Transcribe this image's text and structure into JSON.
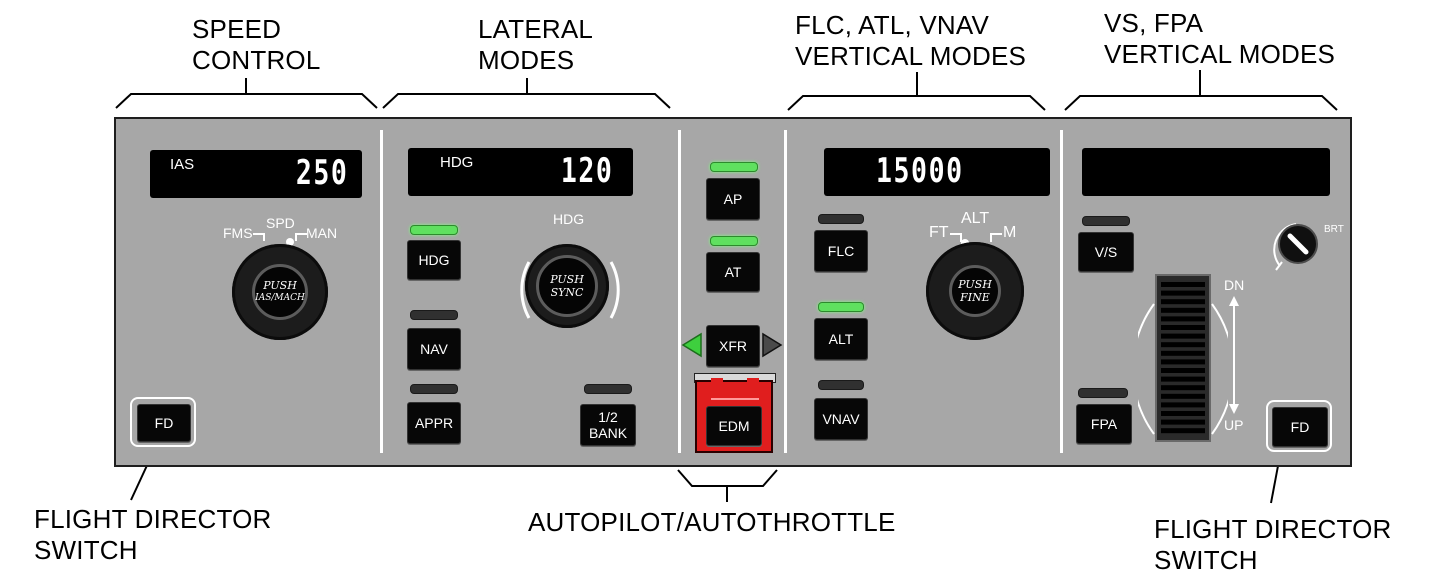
{
  "callouts": {
    "speed_control": [
      "SPEED",
      "CONTROL"
    ],
    "lateral_modes": [
      "LATERAL",
      "MODES"
    ],
    "flc_modes": [
      "FLC, ATL, VNAV",
      "VERTICAL MODES"
    ],
    "vs_modes": [
      "VS, FPA",
      "VERTICAL MODES"
    ],
    "fd_left": [
      "FLIGHT DIRECTOR",
      "SWITCH"
    ],
    "fd_right": [
      "FLIGHT DIRECTOR",
      "SWITCH"
    ],
    "ap_at": "AUTOPILOT/AUTOTHROTTLE"
  },
  "speed": {
    "display_label": "IAS",
    "display_value": "250",
    "selector": {
      "left": "FMS",
      "center": "SPD",
      "right": "MAN"
    },
    "knob_text": [
      "PUSH",
      "IAS/MACH"
    ],
    "fd_label": "FD"
  },
  "lateral": {
    "display_label": "HDG",
    "display_value": "120",
    "knob_label": "HDG",
    "knob_text": [
      "PUSH",
      "SYNC"
    ],
    "buttons": [
      {
        "label": "HDG",
        "indicator_on": true
      },
      {
        "label": "NAV",
        "indicator_on": false
      },
      {
        "label": "APPR",
        "indicator_on": false
      }
    ],
    "bank_label": [
      "1/2",
      "BANK"
    ]
  },
  "autopilot": {
    "buttons": [
      {
        "label": "AP",
        "indicator_on": true
      },
      {
        "label": "AT",
        "indicator_on": true
      }
    ],
    "xfr_label": "XFR",
    "edm_label": "EDM"
  },
  "vertical_flc": {
    "display_value": "15000",
    "selector": {
      "left": "FT",
      "center": "ALT",
      "right": "M"
    },
    "knob_text": [
      "PUSH",
      "FINE"
    ],
    "buttons": [
      {
        "label": "FLC",
        "indicator_on": false
      },
      {
        "label": "ALT",
        "indicator_on": true
      },
      {
        "label": "VNAV",
        "indicator_on": false
      }
    ]
  },
  "vertical_vs": {
    "display_value": "",
    "vs_label": "V/S",
    "fpa_label": "FPA",
    "brt_label": "BRT",
    "wheel_dn": "DN",
    "wheel_up": "UP",
    "fd_label": "FD"
  },
  "colors": {
    "panel": "#a7a7a7",
    "indicator_on": "#5fe05f",
    "edm_guard": "#e01e1e",
    "xfr_arrow_left": "#3ecf3e"
  }
}
